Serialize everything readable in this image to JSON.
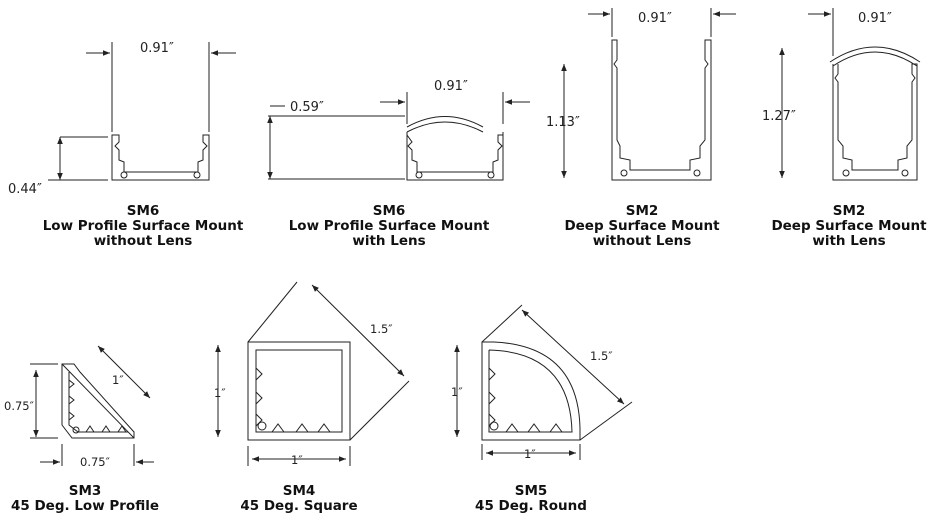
{
  "profiles": [
    {
      "code": "SM6",
      "line1": "Low Profile Surface Mount",
      "line2": "without Lens",
      "width": "0.91″",
      "height": "0.44″"
    },
    {
      "code": "SM6",
      "line1": "Low Profile Surface Mount",
      "line2": "with Lens",
      "width": "0.91″",
      "height": "0.59″"
    },
    {
      "code": "SM2",
      "line1": "Deep Surface Mount",
      "line2": "without Lens",
      "width": "0.91″",
      "height": "1.13″"
    },
    {
      "code": "SM2",
      "line1": "Deep Surface Mount",
      "line2": "with Lens",
      "width": "0.91″",
      "height": "1.27″"
    },
    {
      "code": "SM3",
      "line1": "45 Deg. Low Profile",
      "height": "0.75″",
      "diagonal": "1″",
      "width": "0.75″"
    },
    {
      "code": "SM4",
      "line1": "45 Deg. Square",
      "height": "1″",
      "diagonal": "1.5″",
      "width": "1″"
    },
    {
      "code": "SM5",
      "line1": "45 Deg. Round",
      "height": "1″",
      "diagonal": "1.5″",
      "width": "1″"
    }
  ]
}
